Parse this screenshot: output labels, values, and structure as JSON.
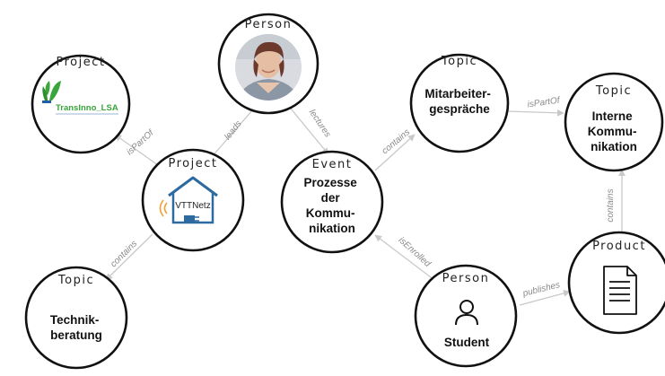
{
  "nodes": {
    "person_photo": {
      "type": "Person"
    },
    "project_transinno": {
      "type": "Project",
      "logo_text": "TransInno_LSA"
    },
    "project_vttnetz": {
      "type": "Project",
      "logo_text": "VTTNetz"
    },
    "event_prozesse": {
      "type": "Event",
      "label_lines": [
        "Prozesse",
        "der",
        "Kommu-",
        "nikation"
      ]
    },
    "topic_mitarbeiter": {
      "type": "Topic",
      "label_lines": [
        "Mitarbeiter-",
        "gespräche"
      ]
    },
    "topic_interne": {
      "type": "Topic",
      "label_lines": [
        "Interne",
        "Kommu-",
        "nikation"
      ]
    },
    "topic_technik": {
      "type": "Topic",
      "label_lines": [
        "Technik-",
        "beratung"
      ]
    },
    "person_student": {
      "type": "Person",
      "label_lines": [
        "Student"
      ]
    },
    "product_document": {
      "type": "Product"
    }
  },
  "edges": {
    "leads": "leads",
    "lectures": "lectures",
    "ispartof_project": "isPartOf",
    "contains_technik": "contains",
    "contains_mitarbeiter": "contains",
    "ispartof_topic": "isPartOf",
    "isenrolled": "isEnrolled",
    "publishes": "publishes",
    "contains_product": "contains"
  },
  "colors": {
    "node_stroke": "#111111",
    "edge": "#c9c9c9",
    "edge_label": "#8a8a8a",
    "logo_green": "#3aa53a",
    "logo_blue": "#1f5fa8",
    "house_blue": "#2d6aa0",
    "signal_orange": "#f0a032"
  }
}
